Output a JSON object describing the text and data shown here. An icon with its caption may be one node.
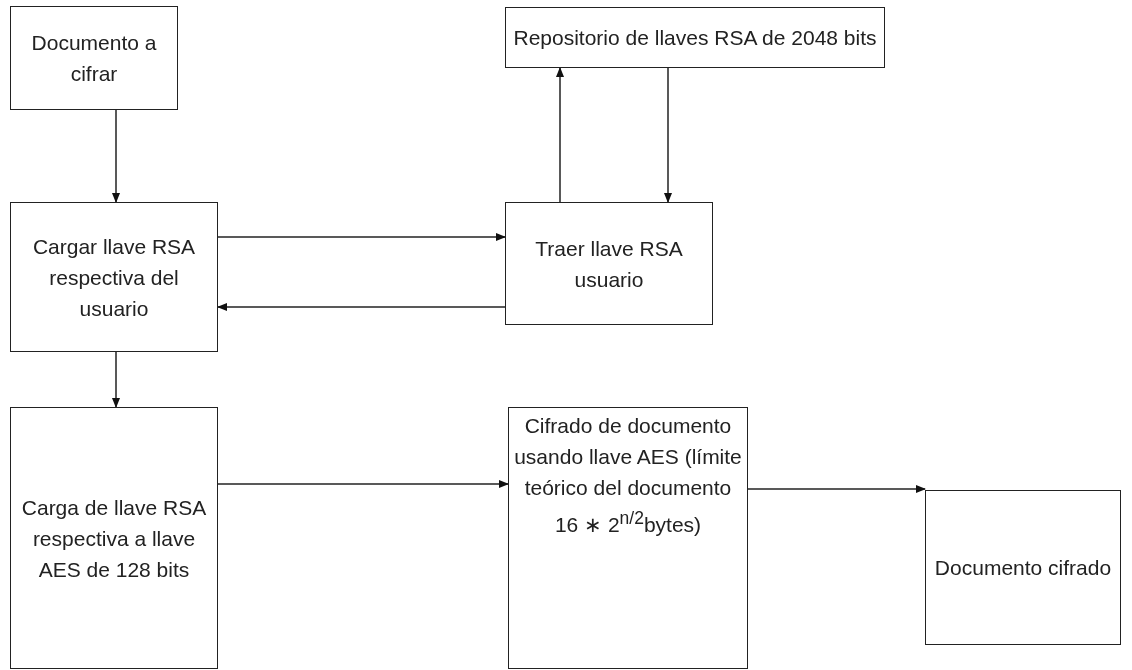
{
  "diagram": {
    "nodes": [
      {
        "text": [
          "Documento a cifrar"
        ]
      },
      {
        "text": [
          "Repositorio de llaves RSA de 2048 bits"
        ]
      },
      {
        "text": [
          "Cargar llave RSA respectiva del usuario"
        ]
      },
      {
        "text": [
          "Traer llave RSA usuario"
        ]
      },
      {
        "text": [
          "Carga de llave RSA respectiva a llave AES de 128 bits"
        ]
      },
      {
        "text": [
          "Cifrado de documento usando llave AES (límite teórico del documento 16 ∗ 2$^{n/2}$bytes)"
        ]
      },
      {
        "text": [
          "Documento cifrado"
        ]
      }
    ],
    "edges": [
      {
        "from": 0,
        "to": 2,
        "arrow": "to"
      },
      {
        "from": 2,
        "to": 3,
        "arrow": "to"
      },
      {
        "from": 3,
        "to": 2,
        "arrow": "to"
      },
      {
        "from": 3,
        "to": 1,
        "arrow": "to"
      },
      {
        "from": 1,
        "to": 3,
        "arrow": "to"
      },
      {
        "from": 2,
        "to": 4,
        "arrow": "to"
      },
      {
        "from": 4,
        "to": 5,
        "arrow": "to"
      },
      {
        "from": 5,
        "to": 6,
        "arrow": "to"
      }
    ]
  }
}
